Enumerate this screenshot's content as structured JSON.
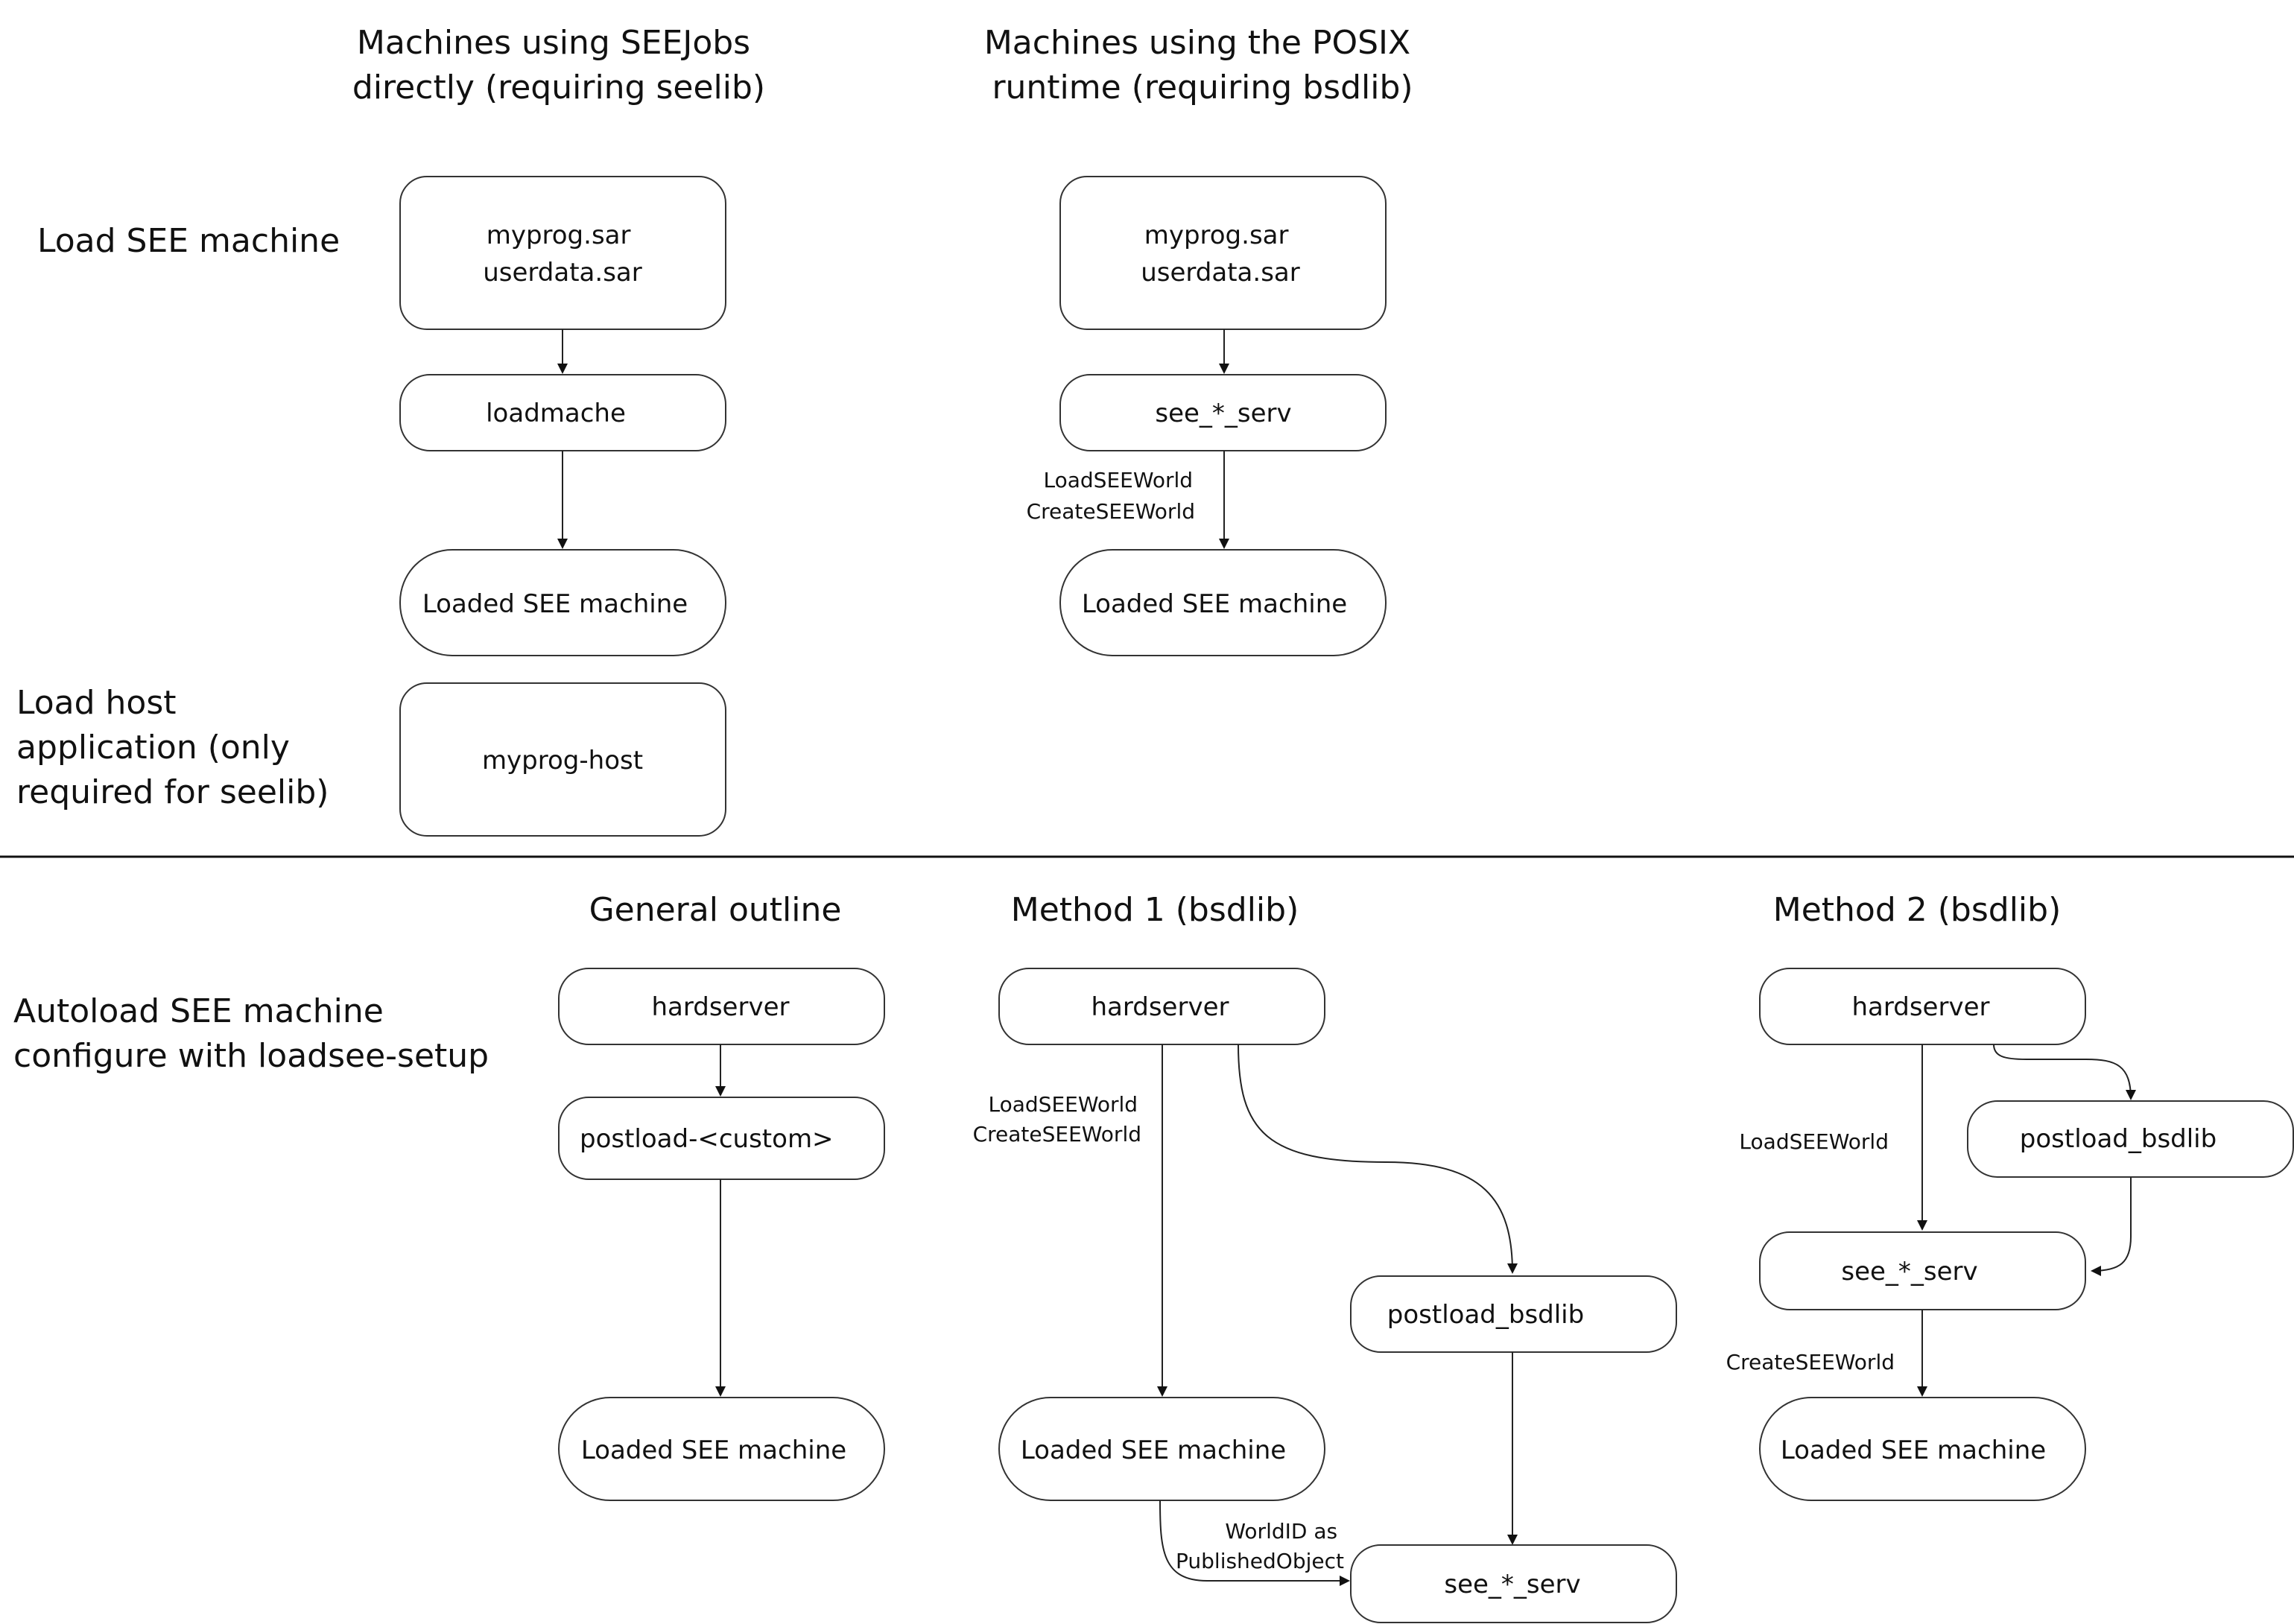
{
  "top_section": {
    "columns": {
      "seejobs": [
        "Machines using SEEJobs",
        "directly (requiring seelib)"
      ],
      "posix": [
        "Machines using the POSIX",
        "runtime (requiring bsdlib)"
      ]
    },
    "rows": {
      "load_see": [
        "Load SEE machine"
      ],
      "load_host": [
        "Load host",
        "application (only",
        "required for seelib)"
      ]
    },
    "seejobs": {
      "sar_files": [
        "myprog.sar",
        "userdata.sar"
      ],
      "loader": "loadmache",
      "loaded": "Loaded SEE machine",
      "host": "myprog-host"
    },
    "posix": {
      "sar_files": [
        "myprog.sar",
        "userdata.sar"
      ],
      "server": "see_*_serv",
      "edge_label": [
        "LoadSEEWorld",
        "CreateSEEWorld"
      ],
      "loaded": "Loaded SEE machine"
    }
  },
  "bottom_section": {
    "row_label": [
      "Autoload SEE machine",
      "configure with loadsee-setup"
    ],
    "general": {
      "title": "General outline",
      "hardserver": "hardserver",
      "postload": "postload-<custom>",
      "loaded": "Loaded SEE machine"
    },
    "method1": {
      "title": "Method 1 (bsdlib)",
      "hardserver": "hardserver",
      "edge_label": [
        "LoadSEEWorld",
        "CreateSEEWorld"
      ],
      "loaded": "Loaded SEE machine",
      "postload": "postload_bsdlib",
      "serv_label": [
        "WorldID as",
        "PublishedObject"
      ],
      "serv": "see_*_serv"
    },
    "method2": {
      "title": "Method 2 (bsdlib)",
      "hardserver": "hardserver",
      "postload": "postload_bsdlib",
      "edge_label_load": "LoadSEEWorld",
      "serv": "see_*_serv",
      "edge_label_create": "CreateSEEWorld",
      "loaded": "Loaded SEE machine"
    }
  }
}
